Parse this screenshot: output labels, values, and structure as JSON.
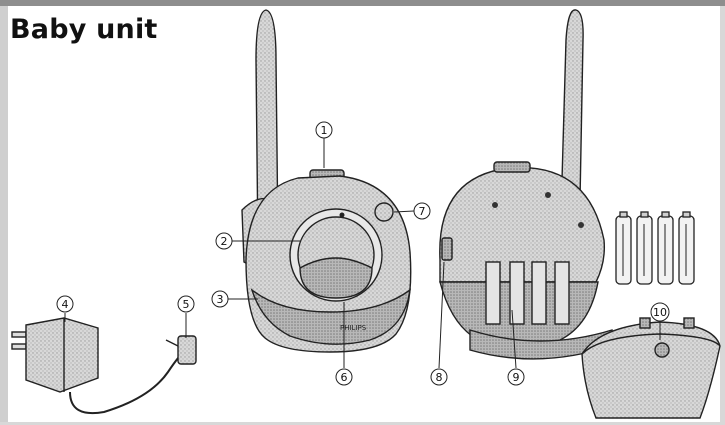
{
  "heading": "Baby unit",
  "callouts": [
    "1",
    "2",
    "3",
    "4",
    "5",
    "6",
    "7",
    "8",
    "9",
    "10"
  ],
  "brand_mark": "PHILIPS",
  "colors": {
    "frame": "#8e8e8e",
    "body": "#d6d6d6",
    "body_dark": "#a9a9a9",
    "outline": "#222222"
  }
}
